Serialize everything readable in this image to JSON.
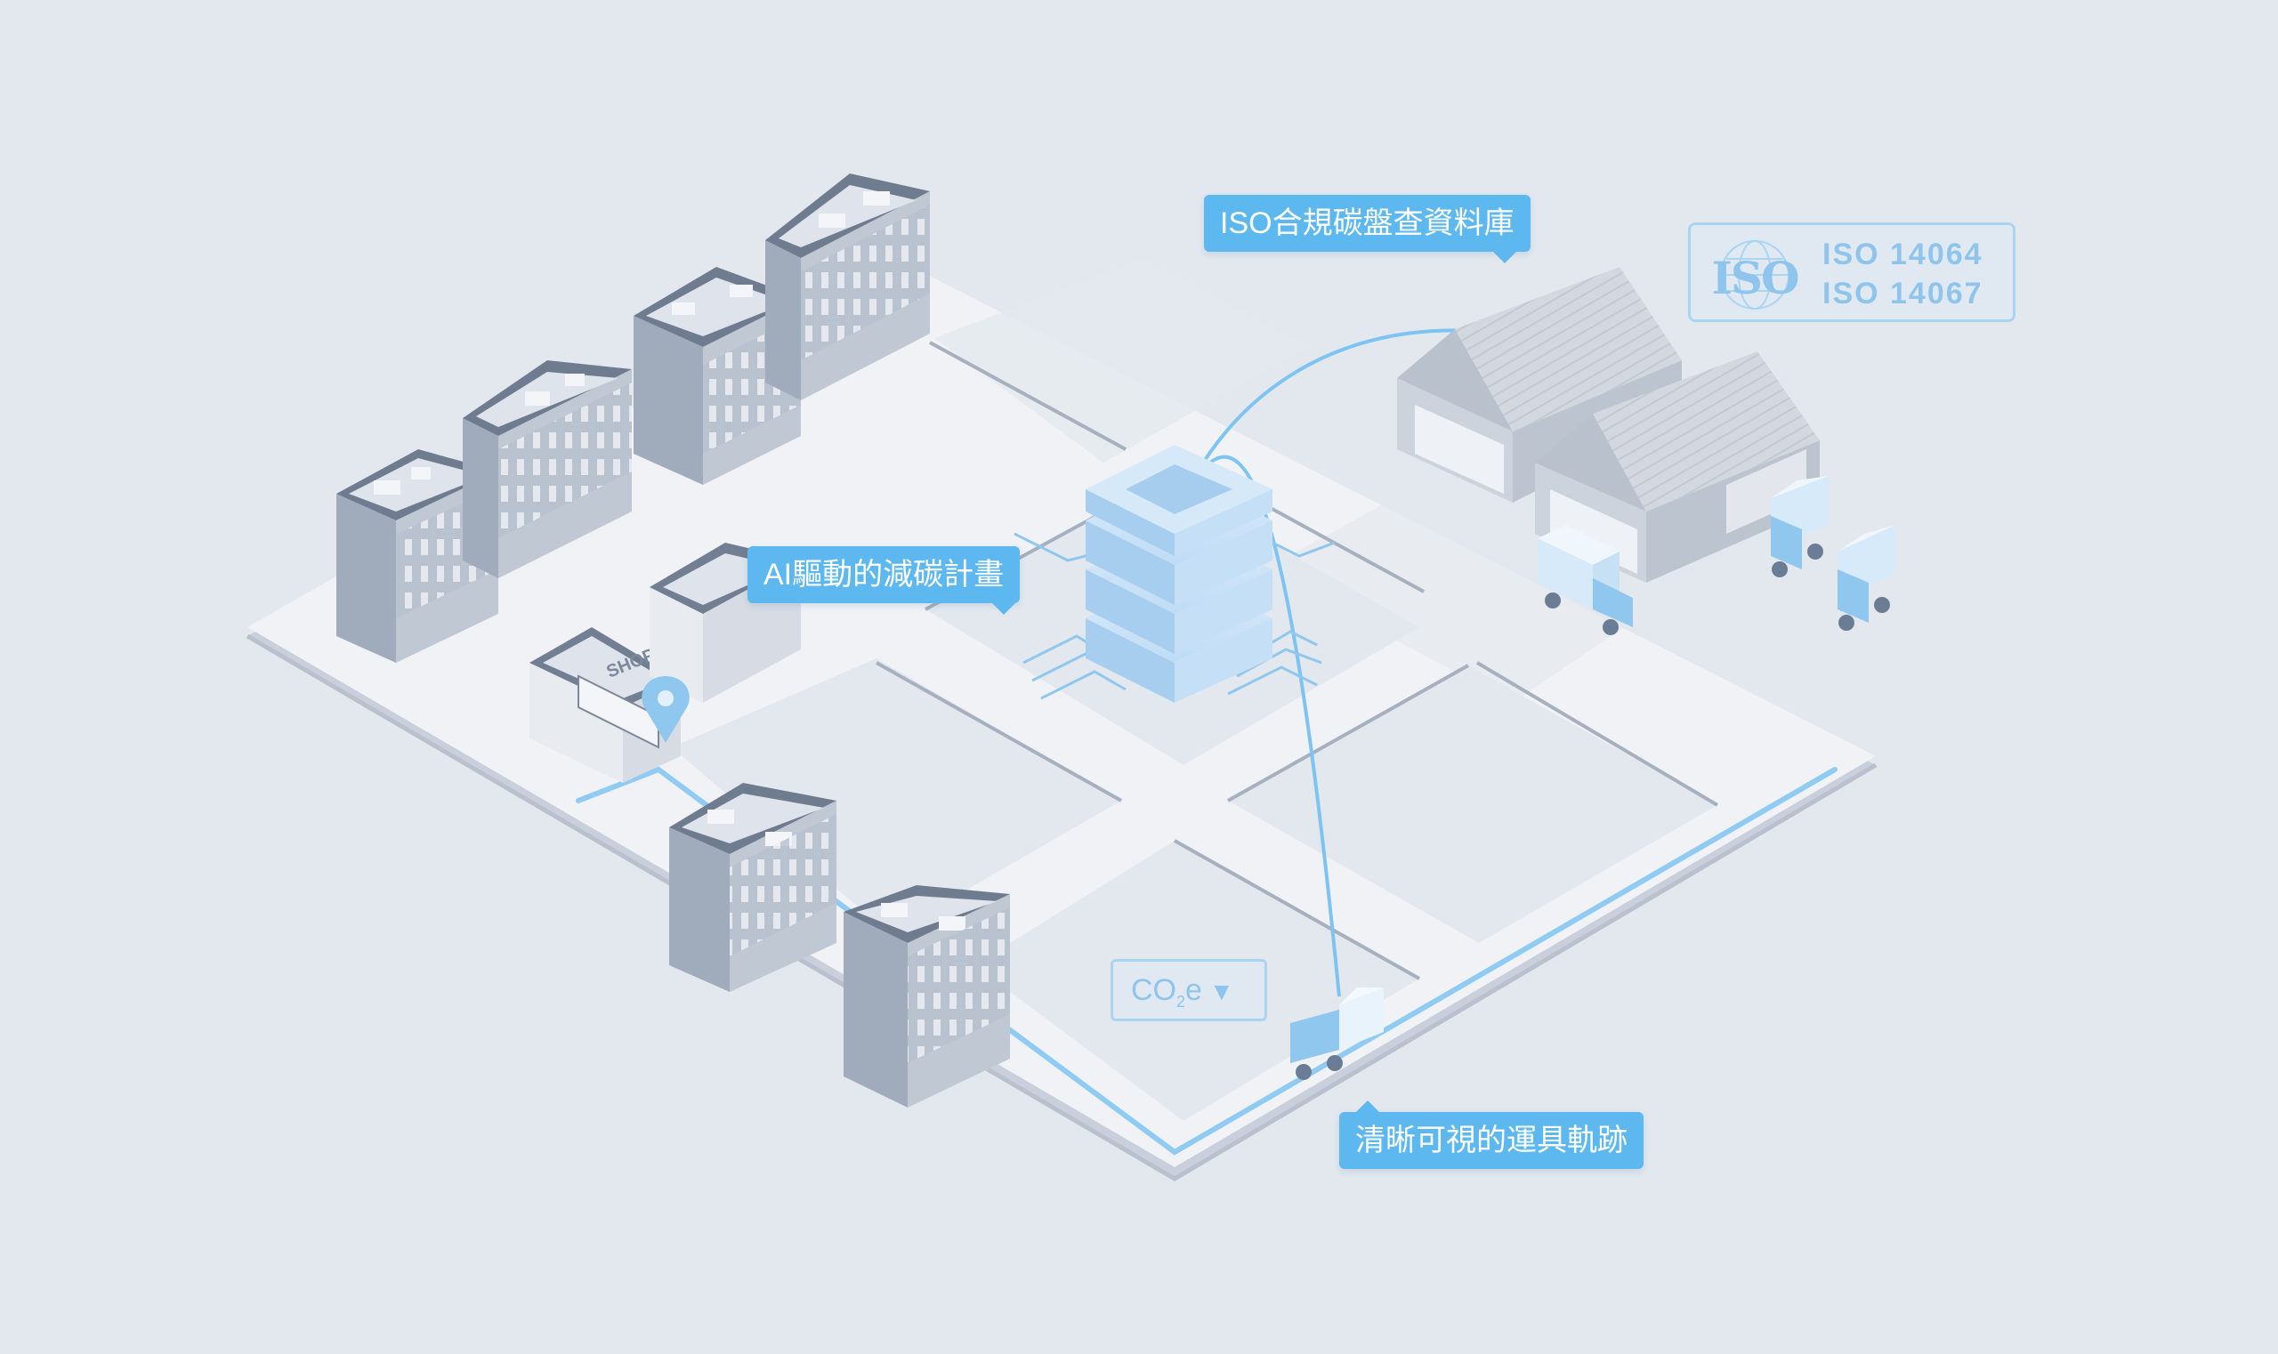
{
  "callouts": {
    "database": "ISO合規碳盤查資料庫",
    "ai_plan": "AI驅動的減碳計畫",
    "tracking": "清晰可視的運具軌跡"
  },
  "iso_badge": {
    "logo_text": "ISO",
    "standards": [
      "ISO 14064",
      "ISO 14067"
    ]
  },
  "co2_badge": {
    "label_main": "CO",
    "label_sub": "2",
    "label_tail": "e",
    "arrow": "▼"
  },
  "shop_sign": "SHOP",
  "colors": {
    "background": "#e3e8ef",
    "road": "#f1f3f7",
    "accent_blue": "#5db8f0",
    "light_blue": "#a9d4f2",
    "building_gray": "#9aa6b8"
  }
}
